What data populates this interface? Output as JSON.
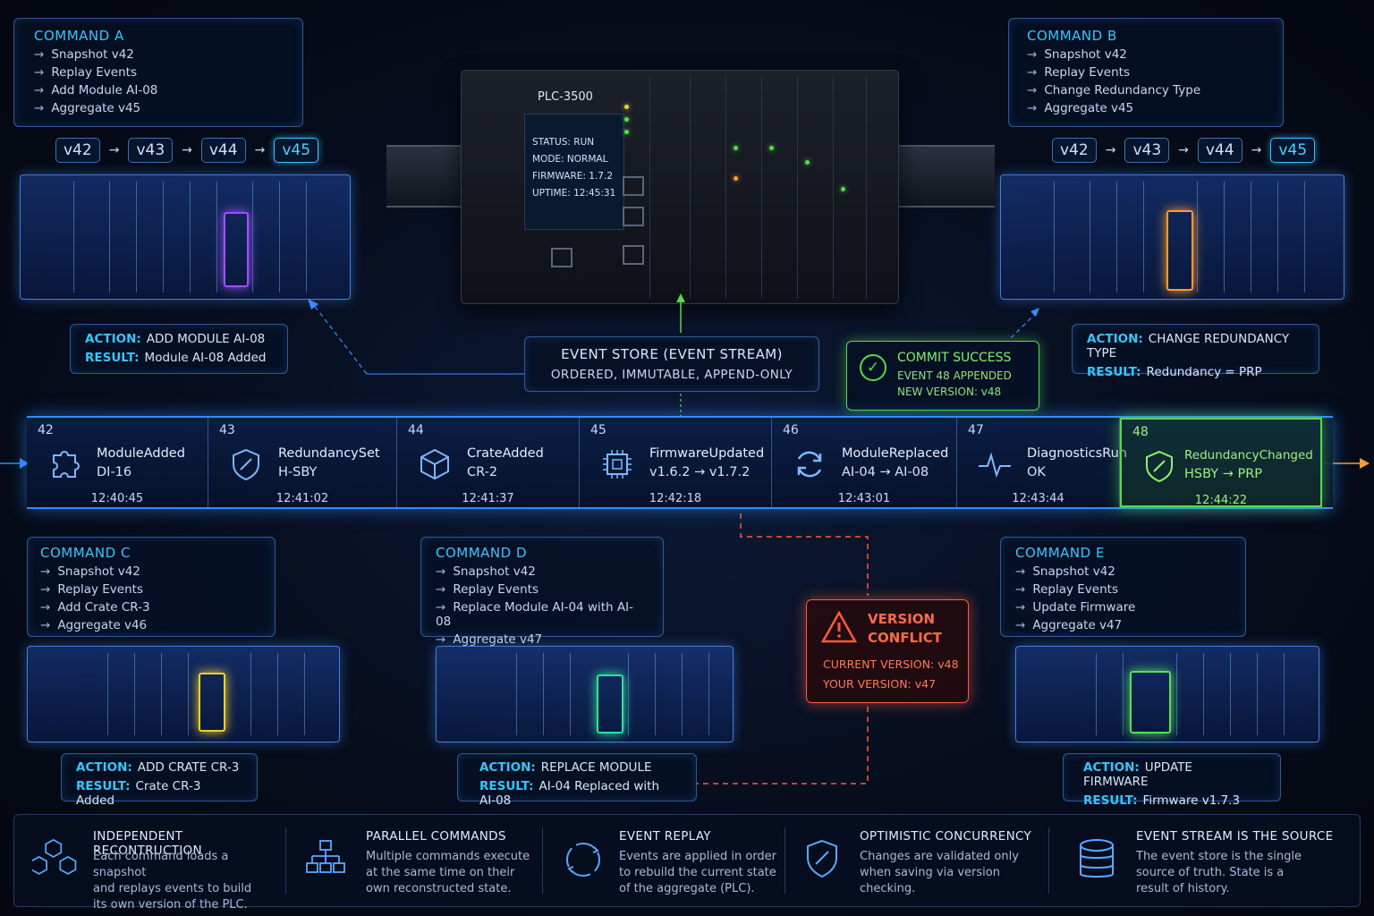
{
  "command_a": {
    "title": "COMMAND A",
    "steps": [
      "Snapshot v42",
      "Replay Events",
      "Add Module AI-08",
      "Aggregate v45"
    ],
    "versions": [
      "v42",
      "v43",
      "v44",
      "v45"
    ],
    "action_label": "ACTION:",
    "action": "ADD MODULE AI-08",
    "result_label": "RESULT:",
    "result": "Module AI-08 Added",
    "highlight_color": "#a050ff"
  },
  "command_b": {
    "title": "COMMAND B",
    "steps": [
      "Snapshot v42",
      "Replay Events",
      "Change Redundancy Type",
      "Aggregate v45"
    ],
    "versions": [
      "v42",
      "v43",
      "v44",
      "v45"
    ],
    "action_label": "ACTION:",
    "action": "CHANGE REDUNDANCY TYPE",
    "result_label": "RESULT:",
    "result": "Redundancy = PRP",
    "highlight_color": "#ff9a30"
  },
  "command_c": {
    "title": "COMMAND C",
    "steps": [
      "Snapshot v42",
      "Replay Events",
      "Add Crate CR-3",
      "Aggregate v46"
    ],
    "action_label": "ACTION:",
    "action": "ADD CRATE CR-3",
    "result_label": "RESULT:",
    "result": "Crate CR-3 Added",
    "highlight_color": "#f0d030"
  },
  "command_d": {
    "title": "COMMAND D",
    "steps": [
      "Snapshot v42",
      "Replay Events",
      "Replace Module AI-04 with AI-08",
      "Aggregate v47"
    ],
    "action_label": "ACTION:",
    "action": "REPLACE MODULE",
    "result_label": "RESULT:",
    "result": "AI-04 Replaced with AI-08",
    "highlight_color": "#30e0a0"
  },
  "command_e": {
    "title": "COMMAND E",
    "steps": [
      "Snapshot v42",
      "Replay Events",
      "Update Firmware",
      "Aggregate v47"
    ],
    "action_label": "ACTION:",
    "action": "UPDATE FIRMWARE",
    "result_label": "RESULT:",
    "result": "Firmware v1.7.3",
    "highlight_color": "#50e060"
  },
  "plc": {
    "model": "PLC-3500",
    "status": "STATUS: RUN",
    "mode": "MODE: NORMAL",
    "firmware": "FIRMWARE: 1.7.2",
    "uptime": "UPTIME: 12:45:31"
  },
  "event_store": {
    "title": "EVENT STORE (EVENT STREAM)",
    "subtitle": "ORDERED, IMMUTABLE, APPEND-ONLY"
  },
  "commit": {
    "title": "COMMIT SUCCESS",
    "line1": "EVENT 48 APPENDED",
    "line2": "NEW VERSION: v48",
    "color": "#58d84a"
  },
  "conflict": {
    "title_line1": "VERSION",
    "title_line2": "CONFLICT",
    "current": "CURRENT VERSION: v48",
    "yours": "YOUR VERSION: v47",
    "color": "#ff5a3a"
  },
  "events": [
    {
      "num": "42",
      "title": "ModuleAdded",
      "sub": "DI-16",
      "time": "12:40:45",
      "icon": "puzzle-icon"
    },
    {
      "num": "43",
      "title": "RedundancySet",
      "sub": "H-SBY",
      "time": "12:41:02",
      "icon": "shield-icon"
    },
    {
      "num": "44",
      "title": "CrateAdded",
      "sub": "CR-2",
      "time": "12:41:37",
      "icon": "cube-icon"
    },
    {
      "num": "45",
      "title": "FirmwareUpdated",
      "sub": "v1.6.2 → v1.7.2",
      "time": "12:42:18",
      "icon": "chip-icon"
    },
    {
      "num": "46",
      "title": "ModuleReplaced",
      "sub": "AI-04 → AI-08",
      "time": "12:43:01",
      "icon": "refresh-icon"
    },
    {
      "num": "47",
      "title": "DiagnosticsRun",
      "sub": "OK",
      "time": "12:43:44",
      "icon": "pulse-icon"
    },
    {
      "num": "48",
      "title": "RedundancyChanged",
      "sub": "HSBY → PRP",
      "time": "12:44:22",
      "icon": "shield-icon"
    }
  ],
  "footer": [
    {
      "title": "INDEPENDENT RECONTRUCTION",
      "desc": [
        "Each command loads a snapshot",
        "and replays events to build",
        "its own version of the PLC."
      ],
      "icon": "cubes-icon"
    },
    {
      "title": "PARALLEL COMMANDS",
      "desc": [
        "Multiple commands execute",
        "at the same time on their",
        "own reconstructed state."
      ],
      "icon": "hierarchy-icon"
    },
    {
      "title": "EVENT REPLAY",
      "desc": [
        "Events are applied in order",
        "to rebuild the current state",
        "of the aggregate (PLC)."
      ],
      "icon": "cycle-icon"
    },
    {
      "title": "OPTIMISTIC CONCURRENCY",
      "desc": [
        "Changes are validated only",
        "when saving via version",
        "checking."
      ],
      "icon": "shield-icon"
    },
    {
      "title": "EVENT STREAM IS THE SOURCE",
      "desc": [
        "The event store is the single",
        "source of truth. State is a",
        "result of history."
      ],
      "icon": "database-icon"
    }
  ]
}
